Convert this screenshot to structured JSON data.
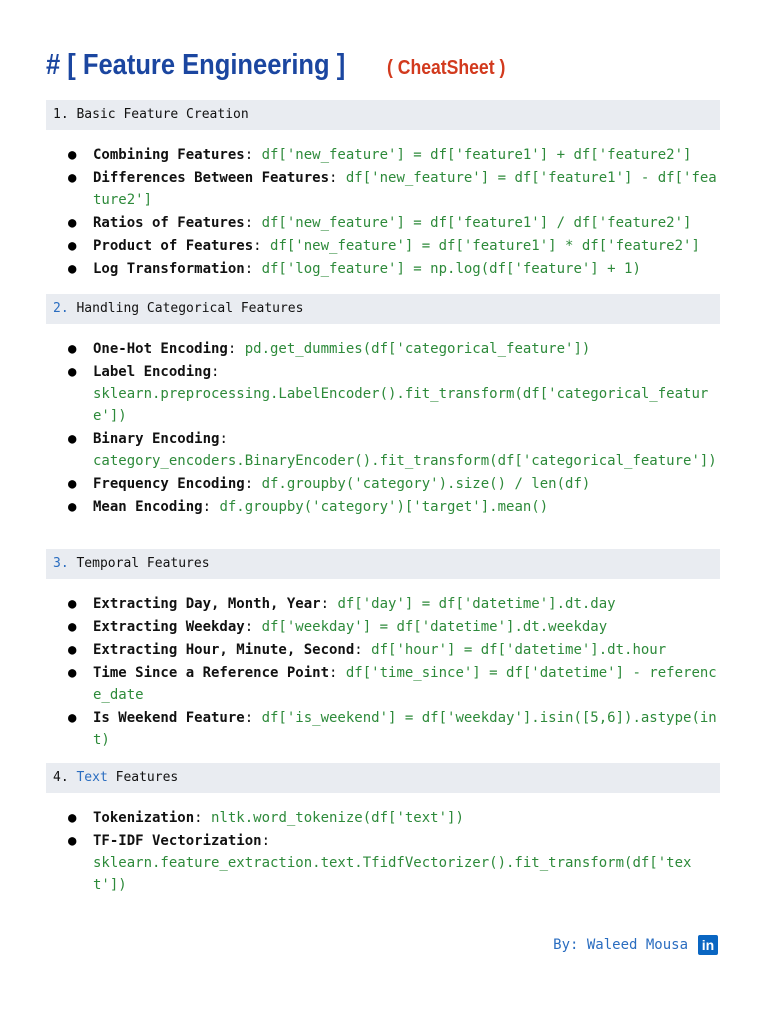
{
  "title": {
    "main": "# [ Feature Engineering ]",
    "sub": "( CheatSheet )"
  },
  "sections": [
    {
      "num": "1.",
      "heading": "Basic Feature Creation",
      "items": [
        {
          "label": "Combining Features",
          "code": "df['new_feature'] = df['feature1'] + df['feature2']"
        },
        {
          "label": "Differences Between Features",
          "code": "df['new_feature'] = df['feature1'] - df['feature2']"
        },
        {
          "label": "Ratios of Features",
          "code": "df['new_feature'] = df['feature1'] / df['feature2']"
        },
        {
          "label": "Product of Features",
          "code": "df['new_feature'] = df['feature1'] * df['feature2']"
        },
        {
          "label": "Log Transformation",
          "code": "df['log_feature'] = np.log(df['feature'] + 1)"
        }
      ]
    },
    {
      "num": "2.",
      "heading": "Handling Categorical Features",
      "items": [
        {
          "label": "One-Hot Encoding",
          "code": "pd.get_dummies(df['categorical_feature'])"
        },
        {
          "label": "Label Encoding",
          "code": "sklearn.preprocessing.LabelEncoder().fit_transform(df['categorical_feature'])"
        },
        {
          "label": "Binary Encoding",
          "code": "category_encoders.BinaryEncoder().fit_transform(df['categorical_feature'])"
        },
        {
          "label": "Frequency Encoding",
          "code": "df.groupby('category').size() / len(df)"
        },
        {
          "label": "Mean Encoding",
          "code": "df.groupby('category')['target'].mean()"
        }
      ]
    },
    {
      "num": "3.",
      "heading": "Temporal Features",
      "items": [
        {
          "label": "Extracting Day, Month, Year",
          "code": "df['day'] = df['datetime'].dt.day"
        },
        {
          "label": "Extracting Weekday",
          "code": "df['weekday'] = df['datetime'].dt.weekday"
        },
        {
          "label": "Extracting Hour, Minute, Second",
          "code": "df['hour'] = df['datetime'].dt.hour"
        },
        {
          "label": "Time Since a Reference Point",
          "code": "df['time_since'] = df['datetime'] - reference_date"
        },
        {
          "label": "Is Weekend Feature",
          "code": "df['is_weekend'] = df['weekday'].isin([5,6]).astype(int)"
        }
      ]
    },
    {
      "num": "4.",
      "heading_word": "Text",
      "heading_rest": "Features",
      "items": [
        {
          "label": "Tokenization",
          "code": "nltk.word_tokenize(df['text'])"
        },
        {
          "label": "TF-IDF Vectorization",
          "code": "sklearn.feature_extraction.text.TfidfVectorizer().fit_transform(df['text'])"
        }
      ]
    }
  ],
  "footer": {
    "author": "By: Waleed Mousa",
    "icon": "linkedin-icon",
    "icon_text": "in"
  },
  "colors": {
    "title_blue": "#1b46a0",
    "subtitle_red": "#d23a1e",
    "code_green": "#2d8a3a",
    "accent_blue": "#2a6dc0",
    "section_bg": "#e9ecf1"
  }
}
